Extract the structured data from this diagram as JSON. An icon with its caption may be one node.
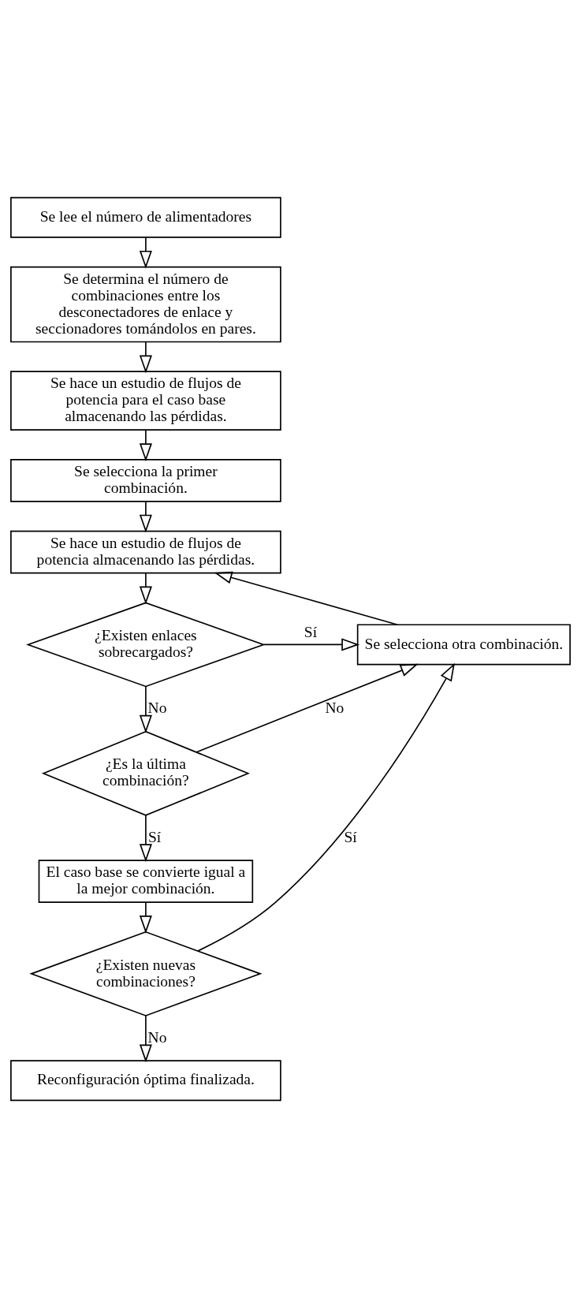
{
  "diagram": {
    "nodes": [
      {
        "text": [
          "Se lee el número de alimentadores"
        ]
      },
      {
        "text": [
          "Se determina el número de combinaciones entre los desconectadores de enlace y seccionadores tomándolos en pares."
        ]
      },
      {
        "text": [
          "Se hace un estudio de flujos de potencia para el caso base almacenando las pérdidas."
        ]
      },
      {
        "text": [
          "Se selecciona la primer combinación."
        ]
      },
      {
        "text": [
          "Se hace un estudio de flujos de potencia almacenando las pérdidas."
        ]
      },
      {
        "text": [
          "¿Existen enlaces sobrecargados?"
        ]
      },
      {
        "text": [
          "Se selecciona otra combinación."
        ]
      },
      {
        "text": [
          "¿Es la última combinación?"
        ]
      },
      {
        "text": [
          "El caso base se convierte igual a la mejor combinación."
        ]
      },
      {
        "text": [
          "¿Existen nuevas combinaciones?"
        ]
      },
      {
        "text": [
          "Reconfiguración óptima finalizada."
        ]
      }
    ],
    "edges": [
      {
        "from": 0,
        "to": 1,
        "arrow": "to"
      },
      {
        "from": 1,
        "to": 2,
        "arrow": "to"
      },
      {
        "from": 2,
        "to": 3,
        "arrow": "to"
      },
      {
        "from": 3,
        "to": 4,
        "arrow": "to"
      },
      {
        "from": 4,
        "to": 5,
        "arrow": "to"
      },
      {
        "from": 5,
        "to": 6,
        "arrow": "to",
        "label": "Sí"
      },
      {
        "from": 5,
        "to": 7,
        "arrow": "to",
        "label": "No"
      },
      {
        "from": 7,
        "to": 6,
        "arrow": "to",
        "label": "No"
      },
      {
        "from": 7,
        "to": 8,
        "arrow": "to",
        "label": "Sí"
      },
      {
        "from": 8,
        "to": 9,
        "arrow": "to"
      },
      {
        "from": 9,
        "to": 6,
        "arrow": "to",
        "label": "Sí"
      },
      {
        "from": 6,
        "to": 4,
        "arrow": "to"
      },
      {
        "from": 9,
        "to": 10,
        "arrow": "to",
        "label": "No"
      }
    ]
  }
}
